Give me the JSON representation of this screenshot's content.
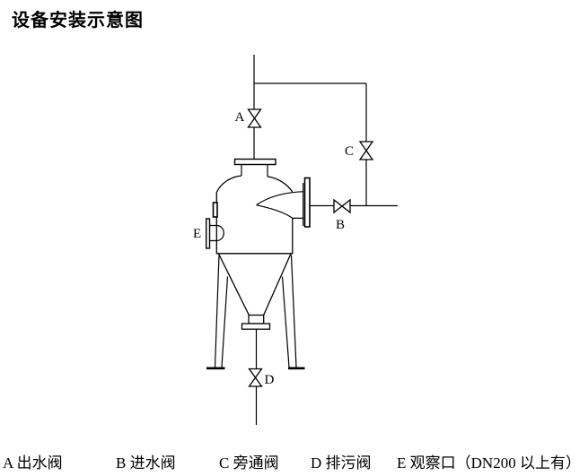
{
  "title": "设备安装示意图",
  "colors": {
    "line": "#000000",
    "background": "#ffffff",
    "text": "#000000"
  },
  "diagram": {
    "valve_labels": {
      "A": "A",
      "B": "B",
      "C": "C",
      "D": "D",
      "E": "E"
    }
  },
  "legend": {
    "items": [
      {
        "letter": "A",
        "label": "A 出水阀"
      },
      {
        "letter": "B",
        "label": "B 进水阀"
      },
      {
        "letter": "C",
        "label": "C 旁通阀"
      },
      {
        "letter": "D",
        "label": "D 排污阀"
      },
      {
        "letter": "E",
        "label": "E 观察口（DN200 以上有）"
      }
    ]
  }
}
